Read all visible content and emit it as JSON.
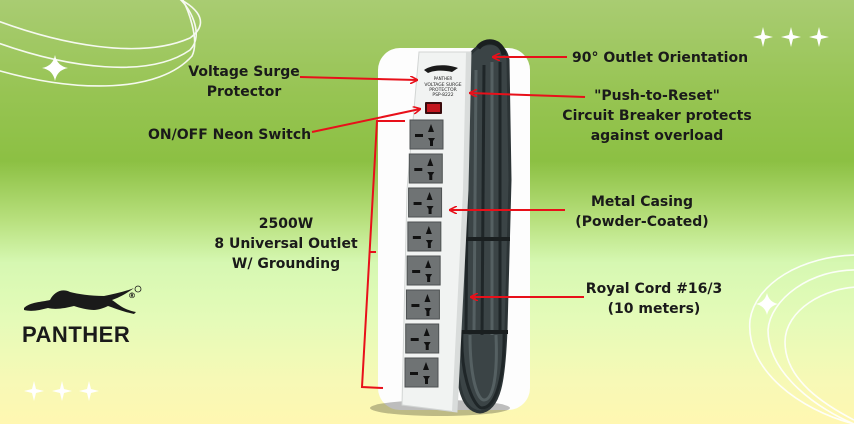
{
  "brand": {
    "name": "PANTHER",
    "registered_mark": "®"
  },
  "product": {
    "strip_label_lines": [
      "PANTHER",
      "VOLTAGE SURGE",
      "PROTECTOR",
      "PSP-8222"
    ],
    "outlet_count": 8
  },
  "callouts": {
    "voltage_surge": [
      "Voltage Surge",
      "Protector"
    ],
    "neon_switch": [
      "ON/OFF Neon Switch"
    ],
    "outlets": [
      "2500W",
      "8 Universal Outlet",
      "W/ Grounding"
    ],
    "orientation": [
      "90° Outlet Orientation"
    ],
    "circuit_breaker": [
      "\"Push-to-Reset\"",
      "Circuit Breaker protects",
      "against overload"
    ],
    "casing": [
      "Metal Casing",
      "(Powder-Coated)"
    ],
    "cord": [
      "Royal Cord #16/3",
      "(10 meters)"
    ]
  },
  "colors": {
    "arrow": "#e8101a",
    "text": "#1a1a1a",
    "bg_top": "#97c453",
    "bg_bottom": "#fff7b1",
    "outlet_face": "#6f7374",
    "cord": "#2c3436"
  }
}
